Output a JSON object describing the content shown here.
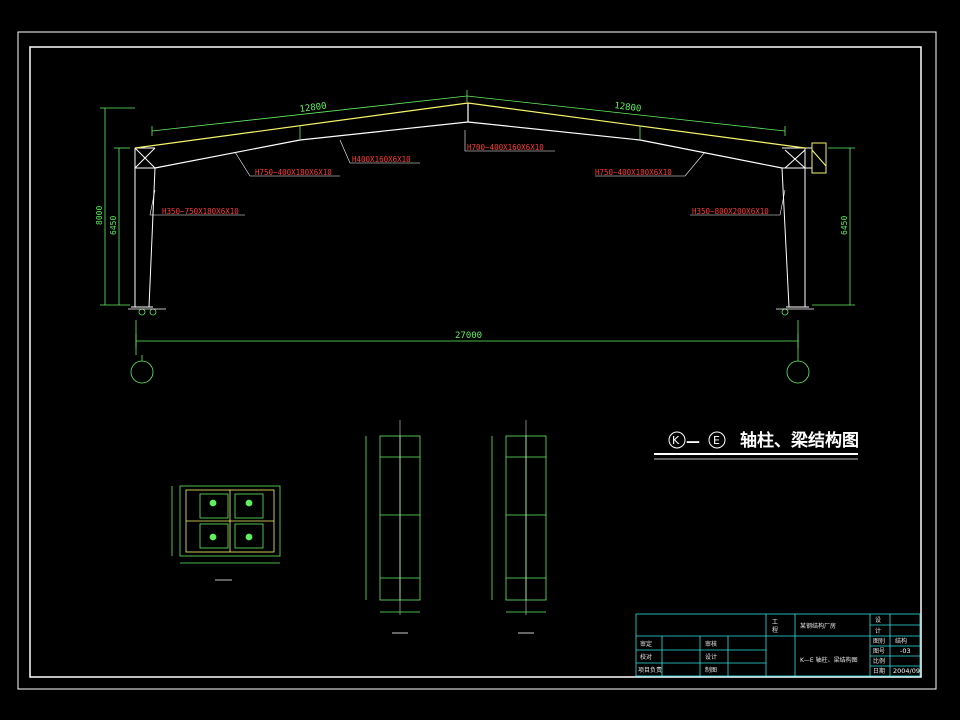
{
  "frame": {
    "dims": {
      "left_span": "12800",
      "right_span": "12800",
      "total_span": "27000",
      "left_height_outer": "8000",
      "left_height_inner": "6450",
      "right_height": "6450"
    },
    "members": {
      "left_column": "H350~750X180X6X10",
      "right_column": "H350~800X200X6X10",
      "left_rafter": "H750~400X180X6X10",
      "right_rafter": "H750~400X180X6X10",
      "mid_rafter": "H400X160X6X10",
      "ridge_rafter": "H700~400X160X6X10"
    }
  },
  "drawing_title": {
    "axis_start": "K",
    "axis_end": "E",
    "dash": "—",
    "text": "轴柱、梁结构图"
  },
  "title_block": {
    "r1_labels": [
      "工",
      "程"
    ],
    "project": "某钢结构厂房",
    "stage_labels": [
      "设",
      "计"
    ],
    "drawing_type": "图别",
    "drawing_type_val": "结构",
    "sheet_label": "图号",
    "sheet_no": "-03",
    "scale_label": "比例",
    "date_label": "日期",
    "date": "2004/09",
    "drawing_name": "K—E 轴柱、梁结构图",
    "left_labels": [
      "审定",
      "审核",
      "校对",
      "设计",
      "项目负责",
      "制图"
    ]
  },
  "colors": {
    "frame_line": "#ffffff",
    "structure": "#ffffff",
    "dimension": "#5ff05f",
    "member_label": "#ff3a3a",
    "title_block": "#2fe3e3",
    "highlight": "#f5f56a"
  }
}
